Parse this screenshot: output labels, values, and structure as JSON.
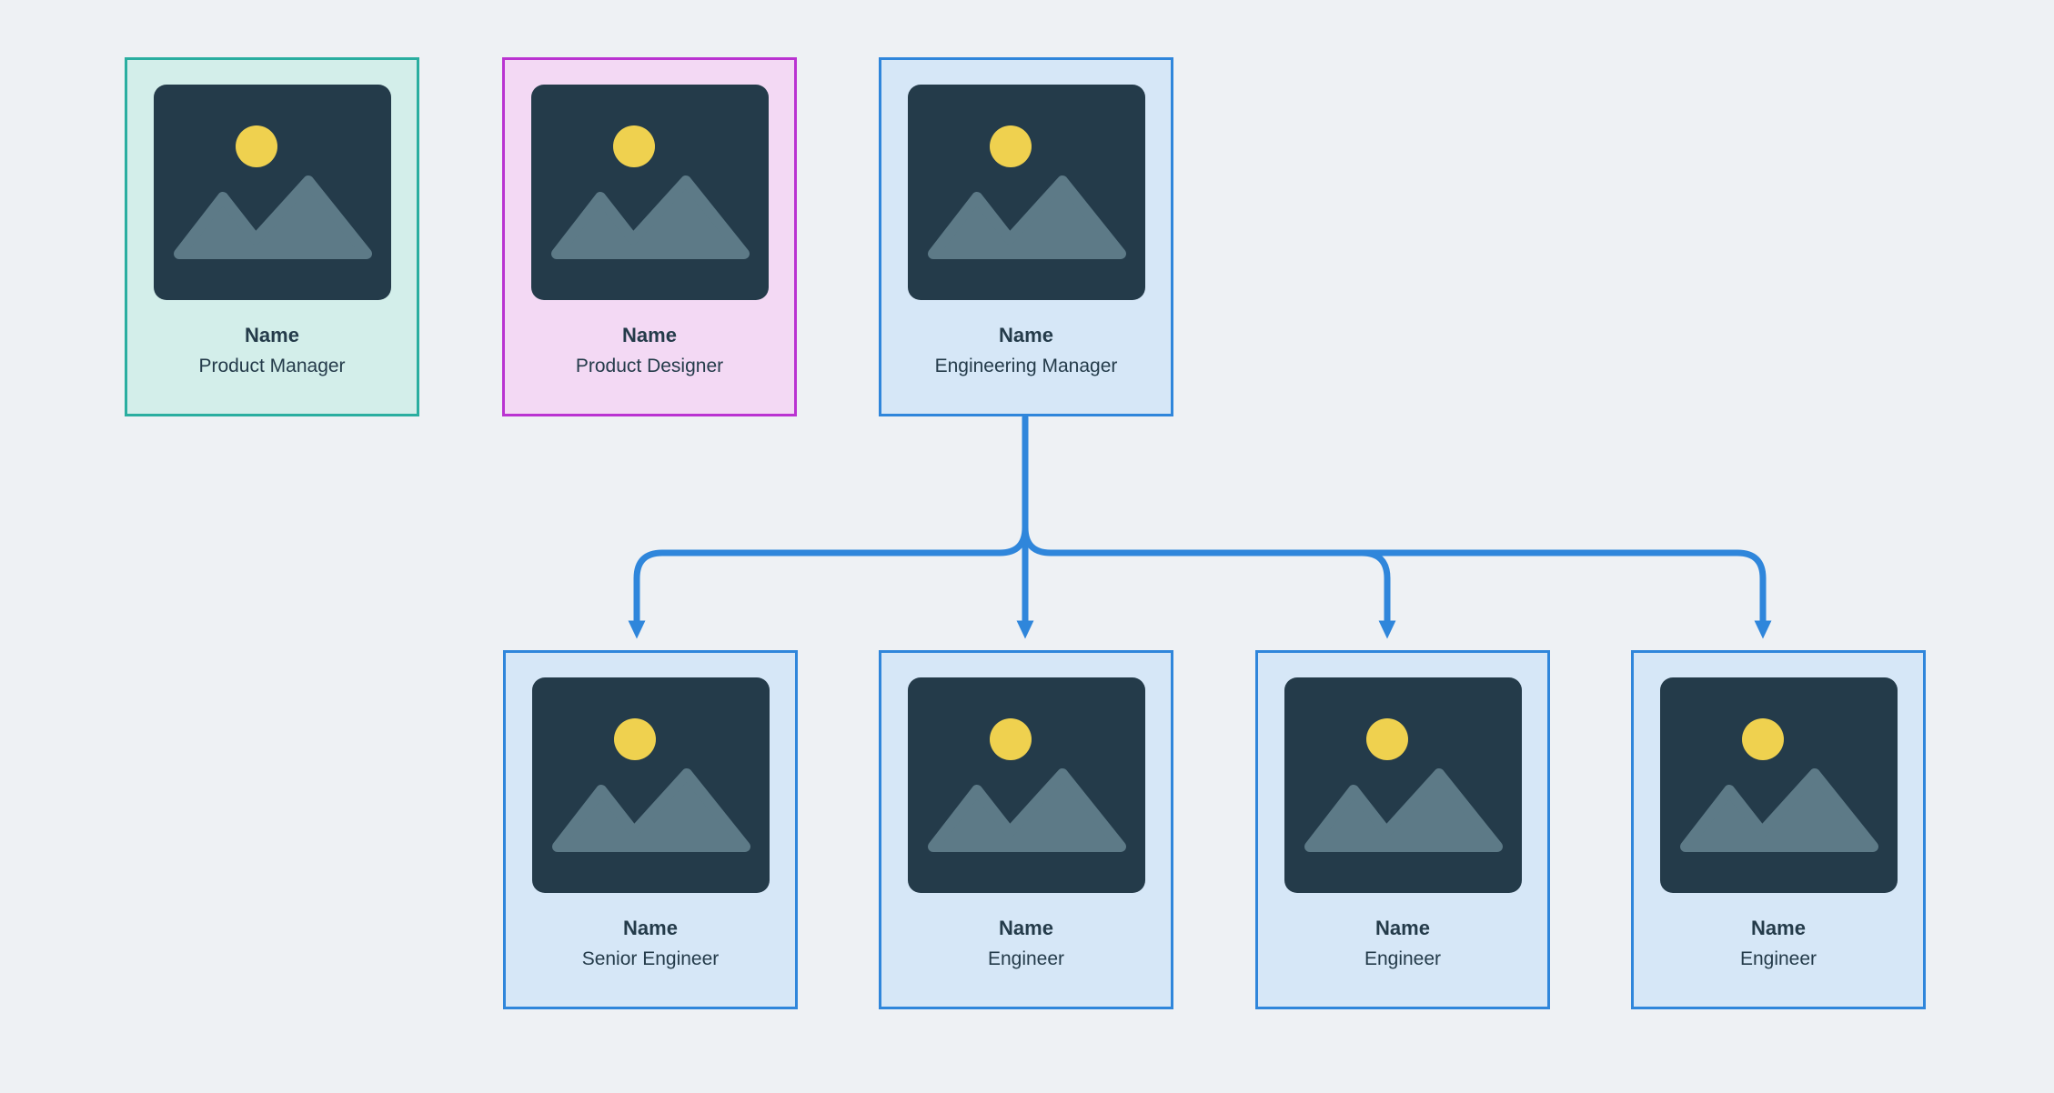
{
  "diagram": {
    "type": "org-chart",
    "background_color": "#eef1f4",
    "text_color": "#243b4a",
    "connector": {
      "color": "#2f86db",
      "stroke_width": 7,
      "style": "rounded-orthogonal",
      "arrowheads": "filled-triangle-down"
    },
    "placeholder_icon": {
      "name": "image-placeholder",
      "frame_color": "#243b4a",
      "sun_color": "#efd14f",
      "mountain_color": "#5d7a87"
    },
    "cards": [
      {
        "name": "Name",
        "role": "Product Manager",
        "theme": "teal",
        "border_color": "#2aaea0",
        "fill_color": "#d3eeea"
      },
      {
        "name": "Name",
        "role": "Product Designer",
        "theme": "magenta",
        "border_color": "#ba33d1",
        "fill_color": "#f3d9f4"
      },
      {
        "name": "Name",
        "role": "Engineering Manager",
        "theme": "blue",
        "border_color": "#2f86db",
        "fill_color": "#d6e7f7"
      },
      {
        "name": "Name",
        "role": "Senior Engineer",
        "theme": "blue",
        "border_color": "#2f86db",
        "fill_color": "#d6e7f7"
      },
      {
        "name": "Name",
        "role": "Engineer",
        "theme": "blue",
        "border_color": "#2f86db",
        "fill_color": "#d6e7f7"
      },
      {
        "name": "Name",
        "role": "Engineer",
        "theme": "blue",
        "border_color": "#2f86db",
        "fill_color": "#d6e7f7"
      },
      {
        "name": "Name",
        "role": "Engineer",
        "theme": "blue",
        "border_color": "#2f86db",
        "fill_color": "#d6e7f7"
      }
    ],
    "edges": [
      {
        "from_role": "Engineering Manager",
        "to_role": "Senior Engineer"
      },
      {
        "from_role": "Engineering Manager",
        "to_role": "Engineer"
      },
      {
        "from_role": "Engineering Manager",
        "to_role": "Engineer"
      },
      {
        "from_role": "Engineering Manager",
        "to_role": "Engineer"
      }
    ]
  }
}
